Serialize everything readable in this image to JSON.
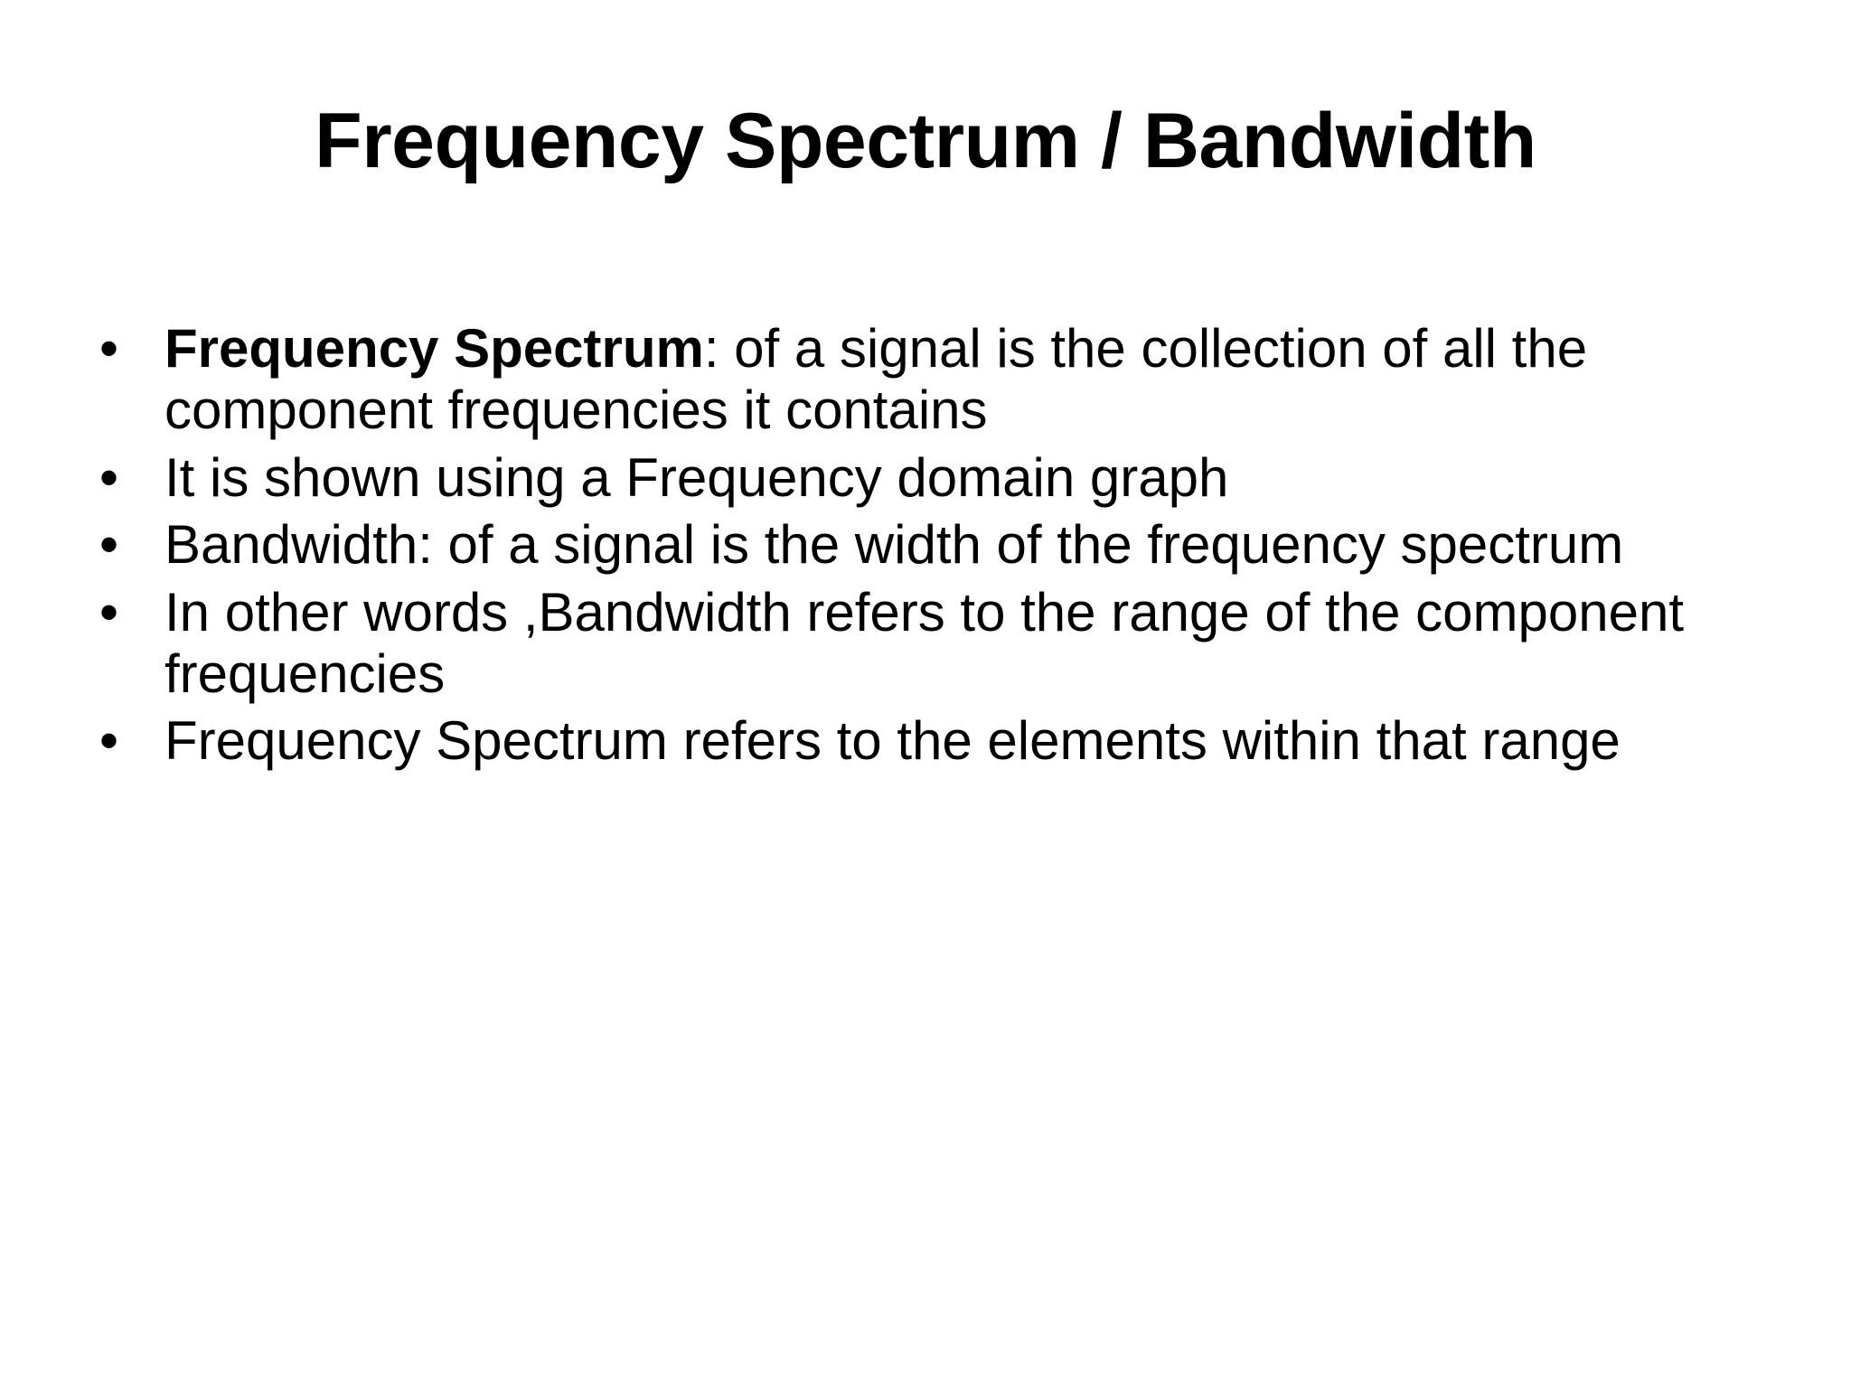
{
  "slide": {
    "title": "Frequency Spectrum / Bandwidth",
    "bullet_marker": "•",
    "bullets": [
      {
        "lead": "Frequency Spectrum",
        "lead_bold": true,
        "rest": ": of a signal is the collection of all the component frequencies it contains"
      },
      {
        "lead": "",
        "lead_bold": false,
        "rest": "It is shown using a Frequency domain graph"
      },
      {
        "lead": "",
        "lead_bold": false,
        "rest": "Bandwidth: of a signal is the width of the frequency spectrum"
      },
      {
        "lead": "",
        "lead_bold": false,
        "rest": "In other words ,Bandwidth refers to the range of the component frequencies"
      },
      {
        "lead": "",
        "lead_bold": false,
        "rest": "Frequency Spectrum refers to the elements within that range"
      }
    ],
    "colors": {
      "background": "#ffffff",
      "text": "#000000"
    }
  }
}
